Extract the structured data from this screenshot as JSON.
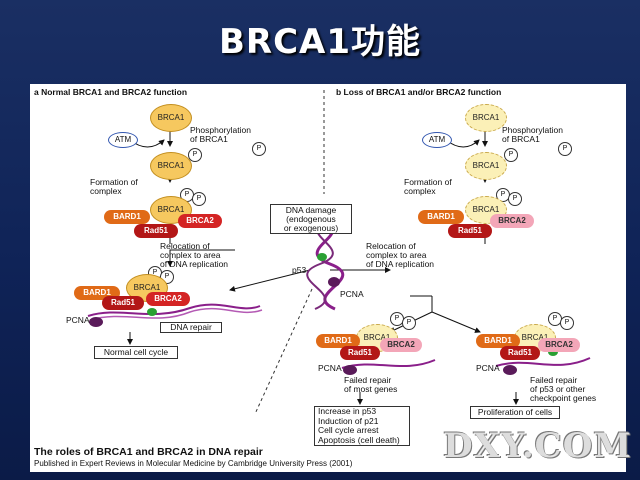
{
  "title": "BRCA1功能",
  "panel_a": {
    "heading": "a  Normal BRCA1 and BRCA2 function",
    "brca1": "BRCA1",
    "atm": "ATM",
    "p": "P",
    "phosphorylation": "Phosphorylation\nof BRCA1",
    "formation": "Formation of\ncomplex",
    "bard1": "BARD1",
    "brca2": "BRCA2",
    "rad51": "Rad51",
    "relocation": "Relocation of\ncomplex to area\nof DNA replication",
    "pcna": "PCNA",
    "dna_repair": "DNA repair",
    "normal_cycle": "Normal cell cycle"
  },
  "panel_b": {
    "heading": "b  Loss of BRCA1 and/or BRCA2 function",
    "brca1": "BRCA1",
    "atm": "ATM",
    "p": "P",
    "phosphorylation": "Phosphorylation\nof BRCA1",
    "formation": "Formation of\ncomplex",
    "bard1": "BARD1",
    "brca2": "BRCA2",
    "rad51": "Rad51",
    "relocation": "Relocation of\ncomplex to area\nof DNA replication",
    "pcna": "PCNA",
    "failed_most": "Failed repair\nof most genes",
    "failed_p53": "Failed repair\nof p53 or other\ncheckpoint genes",
    "outcome_left": "Increase in p53\nInduction of p21\nCell cycle arrest\nApoptosis (cell death)",
    "outcome_right": "Proliferation of cells"
  },
  "center": {
    "dna_damage": "DNA damage\n(endogenous\nor exogenous)",
    "p53": "p53",
    "pcna": "PCNA"
  },
  "footer": {
    "caption": "The roles of BRCA1 and BRCA2 in DNA repair",
    "publisher": "Published in Expert Reviews in Molecular Medicine by Cambridge University Press (2001)"
  },
  "watermark": "DXY.COM",
  "colors": {
    "background": "#0f2357",
    "brca1": "#f6c85f",
    "bard1": "#e06a17",
    "rad51": "#b31717",
    "brca2": "#d42424",
    "brca2_loss": "#f3a6b8",
    "dna_strand": "#8a1f8a"
  }
}
